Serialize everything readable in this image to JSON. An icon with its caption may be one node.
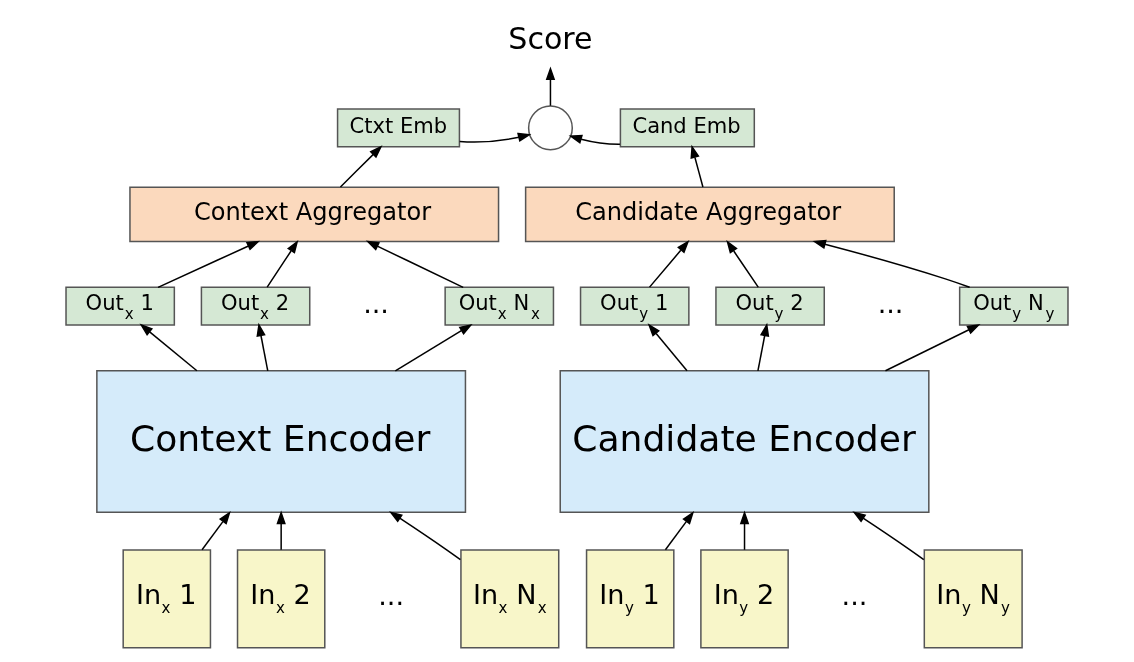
{
  "diagram": {
    "nodes": [
      {
        "text": [
          "Ctxt Emb"
        ]
      },
      {
        "text": [],
        "shape": "circle"
      },
      {
        "text": [
          "Score"
        ]
      },
      {
        "text": [
          "Cand Emb"
        ]
      },
      {
        "text": [
          "Context Aggregator"
        ]
      },
      {
        "text": [
          "Candidate Aggregator"
        ]
      },
      {
        "text": [
          "Out$_{x}$ 1"
        ]
      },
      {
        "text": [
          "Out$_{x}$ 2"
        ]
      },
      {
        "text": [
          "Out$_{x}$ N$_{x}$"
        ]
      },
      {
        "text": [
          "Out$_{y}$ 1"
        ]
      },
      {
        "text": [
          "Out$_{y}$ 2"
        ]
      },
      {
        "text": [
          "Out$_{y}$ N$_{y}$"
        ]
      },
      {
        "text": [
          "Context Encoder"
        ]
      },
      {
        "text": [
          "Candidate Encoder"
        ]
      },
      {
        "text": [
          "In$_{x}$ 1"
        ]
      },
      {
        "text": [
          "In$_{x}$ 2"
        ]
      },
      {
        "text": [
          "In$_{x}$ N$_{x}$"
        ]
      },
      {
        "text": [
          "In$_{y}$ 1"
        ]
      },
      {
        "text": [
          "In$_{y}$ 2"
        ]
      },
      {
        "text": [
          "In$_{y}$ N$_{y}$"
        ]
      }
    ],
    "edges": [
      {
        "from": 0,
        "to": 1,
        "arrow": "to"
      },
      {
        "from": 3,
        "to": 1,
        "arrow": "to"
      },
      {
        "from": 1,
        "to": 2,
        "arrow": "to"
      },
      {
        "from": 4,
        "to": 0,
        "arrow": "to"
      },
      {
        "from": 5,
        "to": 3,
        "arrow": "to"
      },
      {
        "from": 6,
        "to": 4,
        "arrow": "to"
      },
      {
        "from": 7,
        "to": 4,
        "arrow": "to"
      },
      {
        "from": 8,
        "to": 4,
        "arrow": "to"
      },
      {
        "from": 9,
        "to": 5,
        "arrow": "to"
      },
      {
        "from": 10,
        "to": 5,
        "arrow": "to"
      },
      {
        "from": 11,
        "to": 5,
        "arrow": "to"
      },
      {
        "from": 12,
        "to": 6,
        "arrow": "to"
      },
      {
        "from": 12,
        "to": 7,
        "arrow": "to"
      },
      {
        "from": 12,
        "to": 8,
        "arrow": "to"
      },
      {
        "from": 13,
        "to": 9,
        "arrow": "to"
      },
      {
        "from": 13,
        "to": 10,
        "arrow": "to"
      },
      {
        "from": 13,
        "to": 11,
        "arrow": "to"
      },
      {
        "from": 14,
        "to": 12,
        "arrow": "to"
      },
      {
        "from": 15,
        "to": 12,
        "arrow": "to"
      },
      {
        "from": 16,
        "to": 12,
        "arrow": "to"
      },
      {
        "from": 17,
        "to": 13,
        "arrow": "to"
      },
      {
        "from": 18,
        "to": 13,
        "arrow": "to"
      },
      {
        "from": 19,
        "to": 13,
        "arrow": "to"
      }
    ],
    "labels": [
      "...",
      "...",
      "...",
      "..."
    ]
  }
}
